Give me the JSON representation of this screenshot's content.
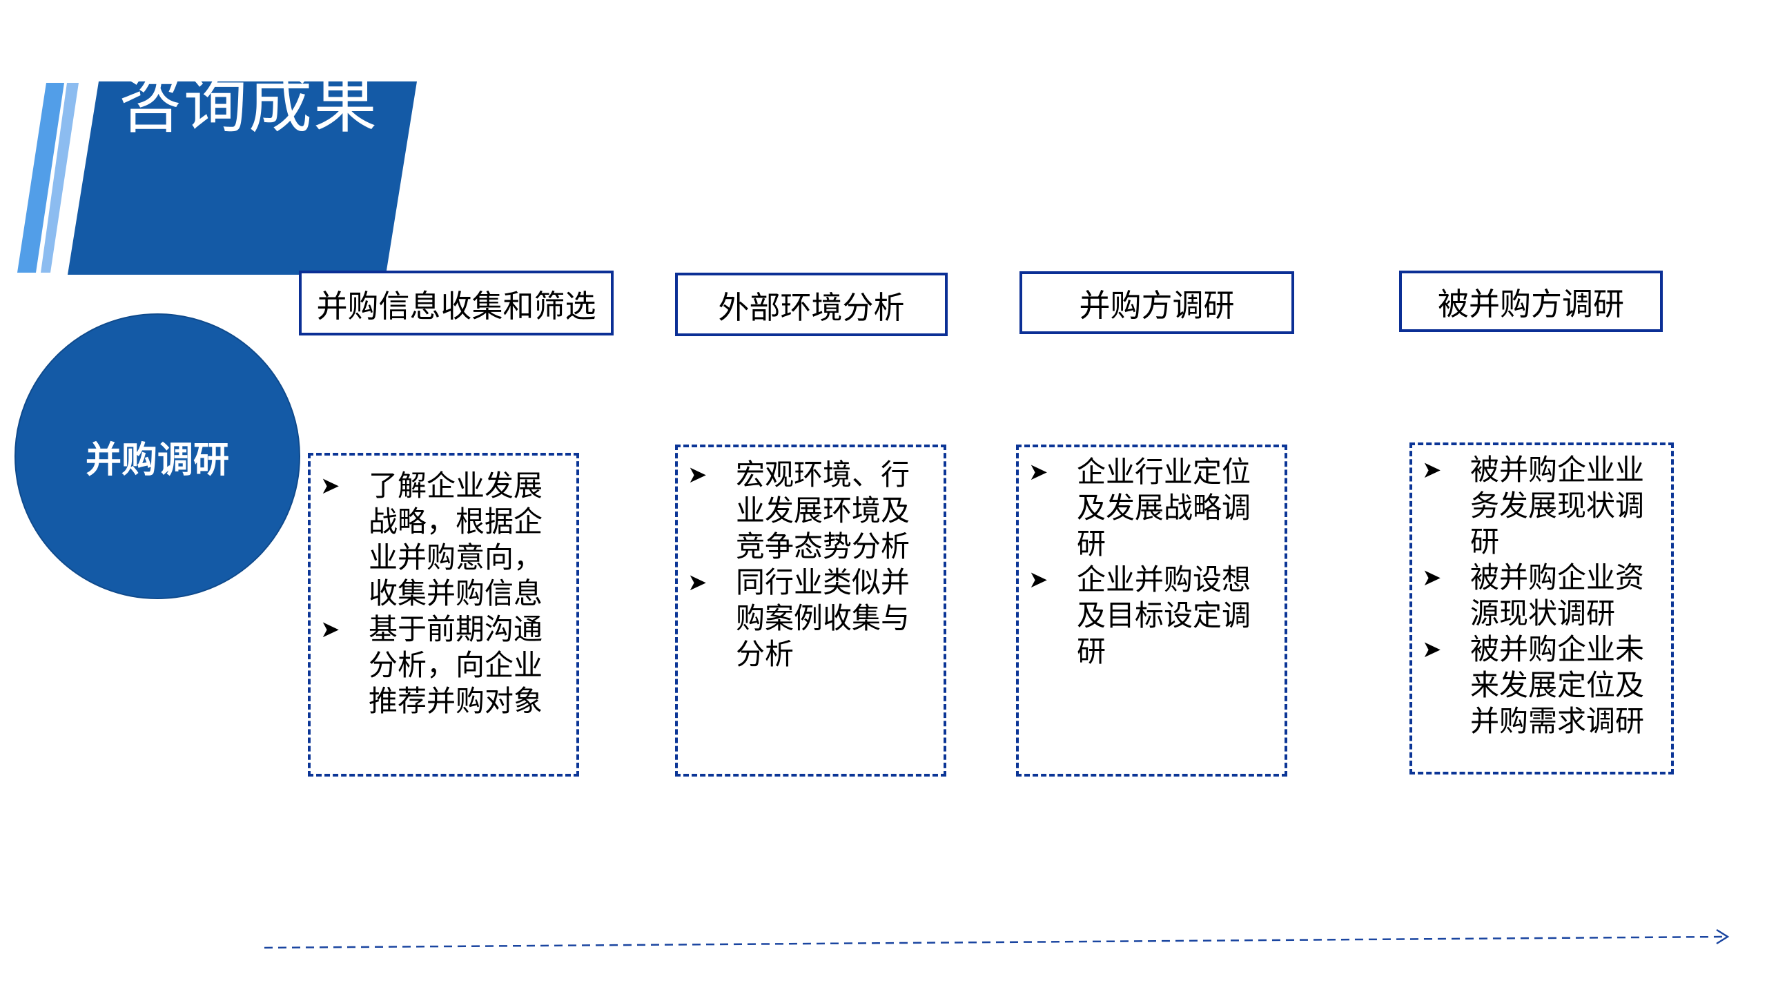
{
  "header": {
    "title": "咨询成果"
  },
  "center": {
    "label": "并购调研"
  },
  "columns": [
    {
      "heading": "并购信息收集和筛选",
      "items": [
        "了解企业发展战略，根据企业并购意向，收集并购信息",
        "基于前期沟通分析，向企业推荐并购对象"
      ]
    },
    {
      "heading": "外部环境分析",
      "items": [
        "宏观环境、行业发展环境及竞争态势分析",
        "同行业类似并购案例收集与分析"
      ]
    },
    {
      "heading": "并购方调研",
      "items": [
        "企业行业定位及发展战略调研",
        "企业并购设想及目标设定调研"
      ]
    },
    {
      "heading": "被并购方调研",
      "items": [
        "被并购企业业务发展现状调研",
        "被并购企业资源现状调研",
        "被并购企业未来发展定位及并购需求调研"
      ]
    }
  ],
  "bullet_icon": "arrowhead-bullet-icon",
  "colors": {
    "primary": "#145aa6",
    "stripe_light": "#529ee8",
    "stripe_lighter": "#8cbcf0",
    "border": "#0b2f95"
  }
}
